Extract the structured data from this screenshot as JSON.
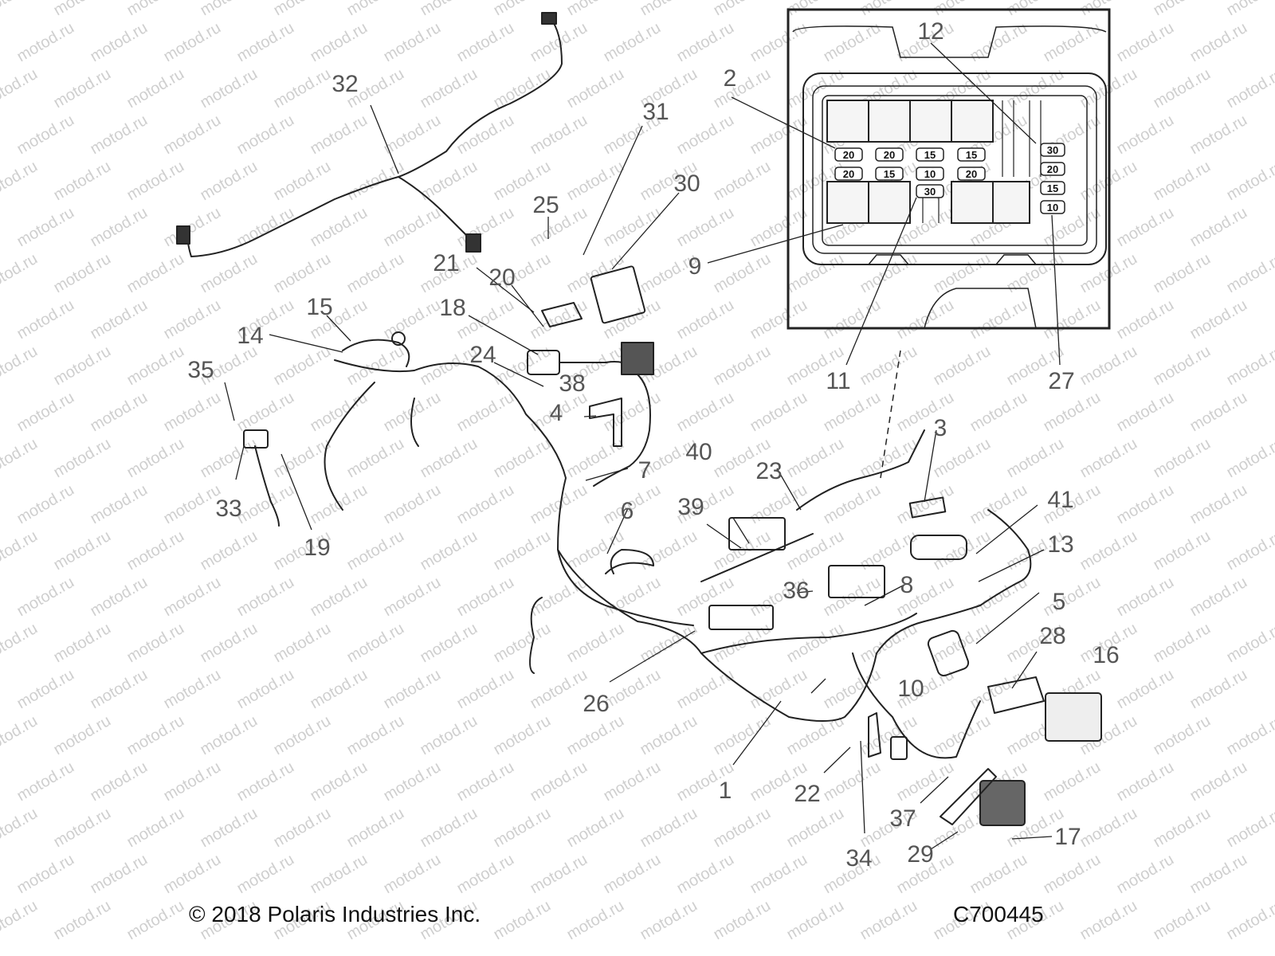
{
  "watermark": "motod.ru",
  "footer": {
    "copyright": "© 2018 Polaris Industries Inc.",
    "part_number": "C700445"
  },
  "callouts": {
    "c1": "1",
    "c2": "2",
    "c3": "3",
    "c4": "4",
    "c5": "5",
    "c6": "6",
    "c7": "7",
    "c8": "8",
    "c9": "9",
    "c10": "10",
    "c11": "11",
    "c12": "12",
    "c13": "13",
    "c14": "14",
    "c15": "15",
    "c16": "16",
    "c17": "17",
    "c18": "18",
    "c19": "19",
    "c20": "20",
    "c21": "21",
    "c22": "22",
    "c23": "23",
    "c24": "24",
    "c25": "25",
    "c26": "26",
    "c27": "27",
    "c28": "28",
    "c29": "29",
    "c30": "30",
    "c31": "31",
    "c32": "32",
    "c33": "33",
    "c34": "34",
    "c35": "35",
    "c36": "36",
    "c37": "37",
    "c38": "38",
    "c39": "39",
    "c40": "40",
    "c41": "41"
  },
  "fuse_ratings": {
    "f1": "20",
    "f2": "20",
    "f3": "15",
    "f4": "15",
    "f5": "20",
    "f6": "15",
    "f7": "10",
    "f8": "20",
    "f9": "30",
    "f10": "30",
    "f11": "20",
    "f12": "15",
    "f13": "10"
  },
  "colors": {
    "line": "#222222",
    "callout_text": "#555555",
    "watermark": "#cfcfcf"
  }
}
